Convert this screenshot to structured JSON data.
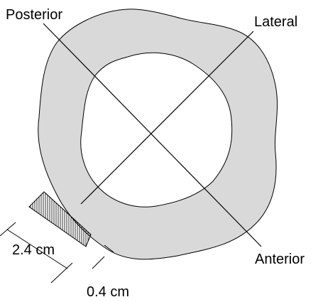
{
  "colors": {
    "ring_fill": "#d9d9d9",
    "outline": "#000000",
    "background": "#ffffff"
  },
  "labels": {
    "posterior": "Posterior",
    "lateral": "Lateral",
    "anterior": "Anterior",
    "width_dimension": "2.4 cm",
    "gap_dimension": "0.4 cm"
  }
}
